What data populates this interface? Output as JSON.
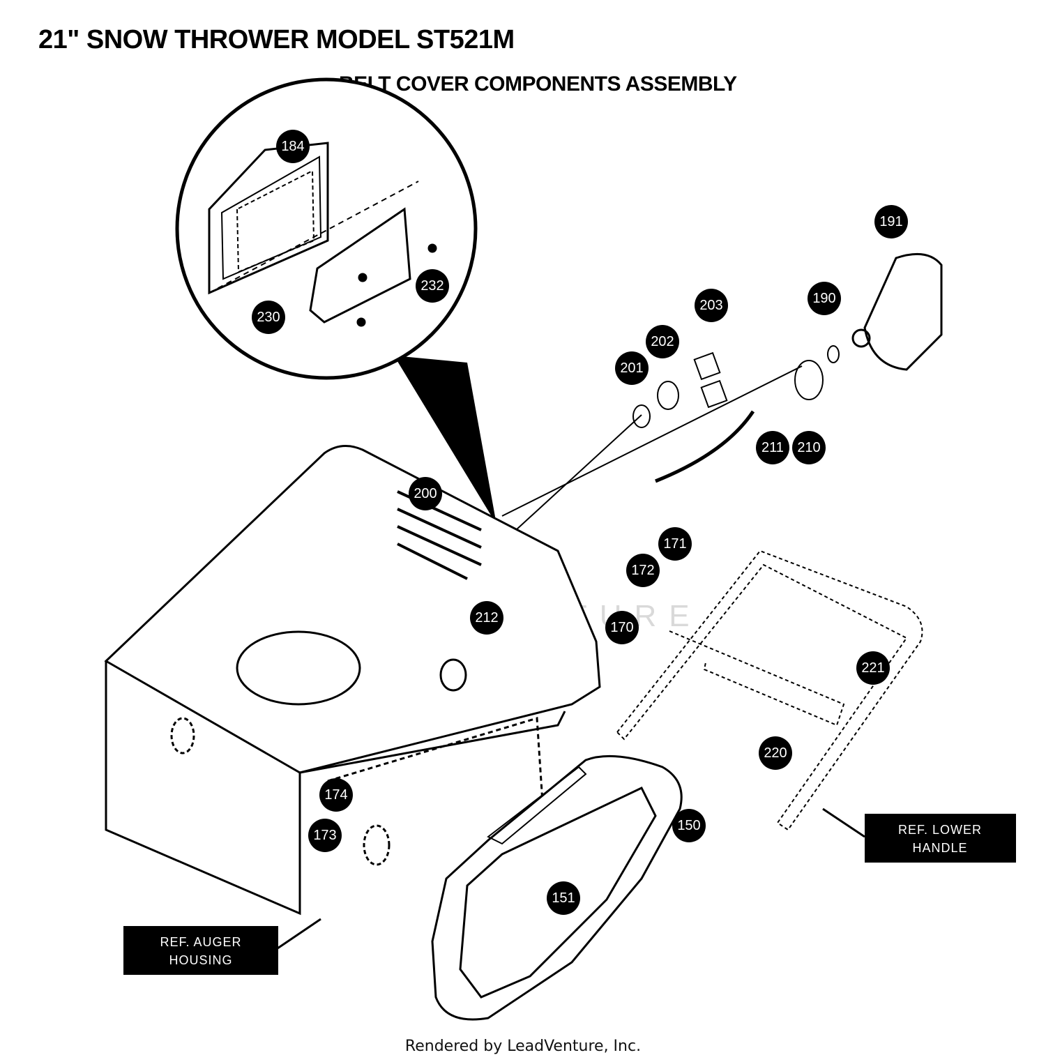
{
  "header": {
    "title": "21\" SNOW THROWER MODEL ST521M",
    "subtitle": "BELT COVER COMPONENTS ASSEMBLY"
  },
  "callouts": [
    "184",
    "191",
    "230",
    "232",
    "203",
    "190",
    "202",
    "201",
    "211",
    "210",
    "200",
    "171",
    "172",
    "212",
    "170",
    "221",
    "220",
    "174",
    "173",
    "150",
    "151"
  ],
  "reference_labels": {
    "lower_handle": [
      "REF. LOWER",
      "HANDLE"
    ],
    "auger_housing": [
      "REF. AUGER",
      "HOUSING"
    ]
  },
  "watermark": "LEADVENTURE",
  "footer": "Rendered by LeadVenture, Inc."
}
